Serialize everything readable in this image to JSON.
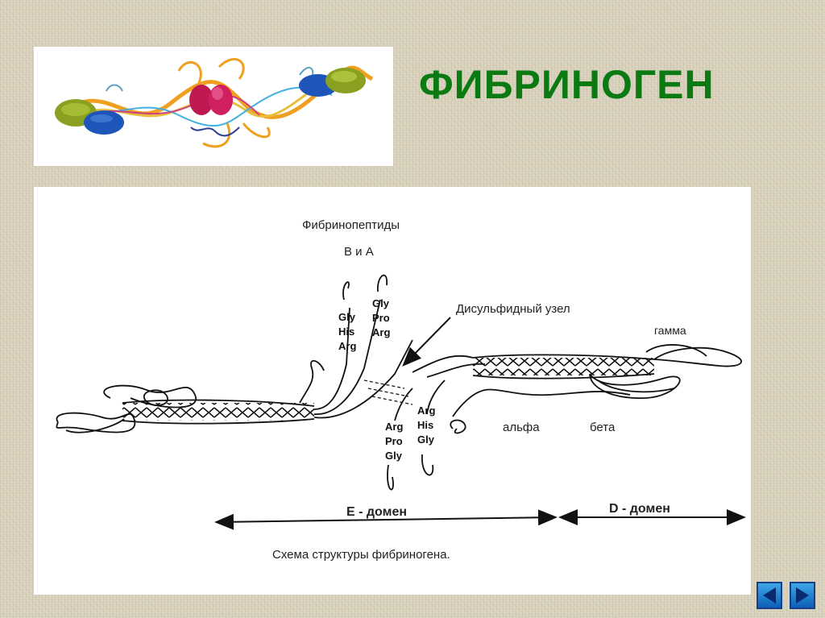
{
  "title": "ФИБРИНОГЕН",
  "diagram": {
    "fibrinopeptides_label": "Фибринопептиды",
    "fibrinopeptides_sub": "В и А",
    "disulfide_knot": "Дисульфидный узел",
    "gamma": "гамма",
    "alpha": "альфа",
    "beta": "бета",
    "chain_left_a": [
      "Gly",
      "His",
      "Arg"
    ],
    "chain_left_b": [
      "Gly",
      "Pro",
      "Arg"
    ],
    "chain_right_a": [
      "Arg",
      "Pro",
      "Gly"
    ],
    "chain_right_b": [
      "Arg",
      "His",
      "Gly"
    ],
    "e_domain": "E - домен",
    "d_domain": "D - домен",
    "caption": "Схема структуры фибриногена."
  },
  "navigation": {
    "prev_icon": "triangle-left-icon",
    "next_icon": "triangle-right-icon",
    "color": "#1e7fd4"
  },
  "colors": {
    "title": "#0b7a12",
    "background": "#d9d2bd"
  }
}
